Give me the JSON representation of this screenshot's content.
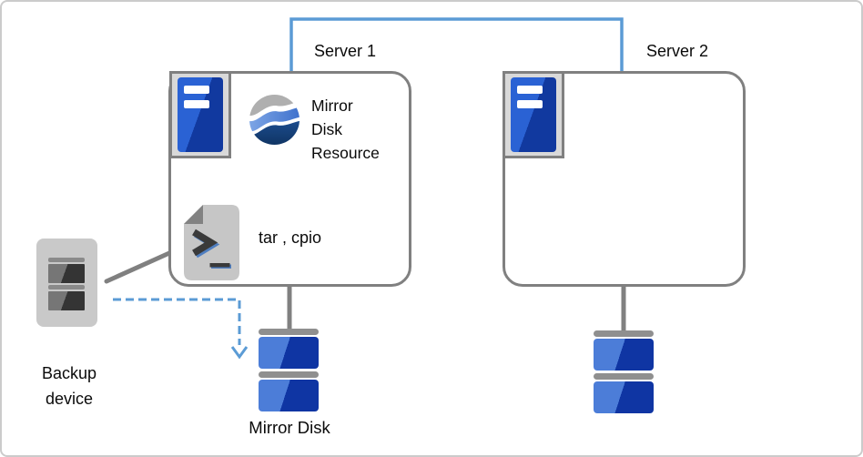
{
  "labels": {
    "server1": "Server 1",
    "server2": "Server 2",
    "mirror_disk_resource": [
      "Mirror",
      "Disk",
      "Resource"
    ],
    "backup_tools": "tar , cpio",
    "backup_device": [
      "Backup",
      "device"
    ],
    "mirror_disk": "Mirror Disk"
  },
  "icons": {
    "server1": "server-tower-icon",
    "server2": "server-tower-icon",
    "mirror_disk_resource": "wave-sphere-icon",
    "backup_tools": "shell-script-file-icon",
    "backup_device": "tape-backup-device-icon",
    "mirror_disk1": "disk-stack-icon",
    "mirror_disk2": "disk-stack-icon",
    "arrowhead": "arrow-down-chevron-icon"
  },
  "connections": [
    {
      "from": "server1",
      "to": "server2",
      "style": "solid",
      "color_role": "connector_blue"
    },
    {
      "from": "server1",
      "to": "mirror_disk1",
      "style": "solid",
      "color_role": "line_gray"
    },
    {
      "from": "server2",
      "to": "mirror_disk2",
      "style": "solid",
      "color_role": "line_gray"
    },
    {
      "from": "backup_device",
      "to": "server1",
      "style": "solid",
      "color_role": "line_gray"
    },
    {
      "from": "backup_device",
      "to": "mirror_disk1",
      "style": "dashed-arrow",
      "color_role": "connector_blue"
    }
  ],
  "colors": {
    "connector_blue": "#5B9BD5",
    "line_gray": "#808080",
    "box_border": "#808080",
    "canvas_border": "#cbcbcb",
    "server_blue_light": "#2A62D4",
    "server_blue_dark": "#11399F",
    "disk_blue_light": "#4C7DD8",
    "disk_blue_dark": "#0F35A3"
  }
}
